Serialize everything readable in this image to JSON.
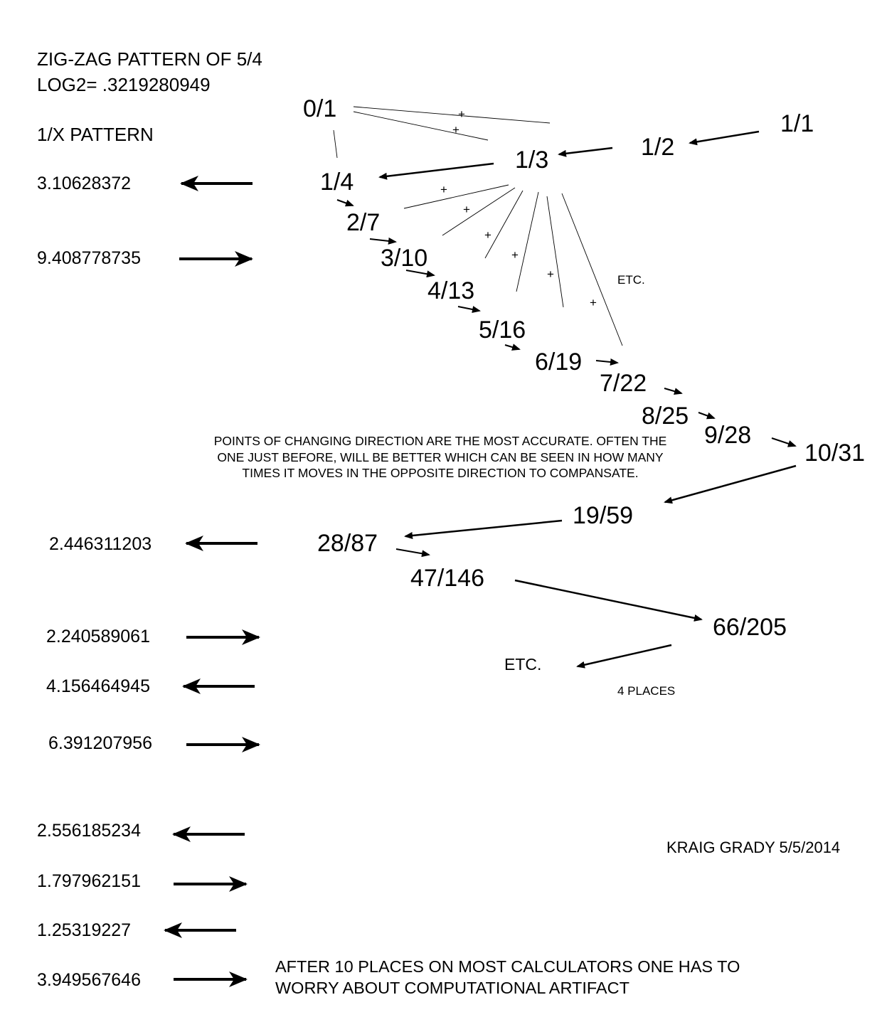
{
  "header": {
    "title": "ZIG-ZAG PATTERN OF 5/4",
    "log": "LOG2= .3219280949",
    "pattern": "1/X PATTERN"
  },
  "values": [
    {
      "text": "3.10628372",
      "direction": "left"
    },
    {
      "text": "9.408778735",
      "direction": "right"
    },
    {
      "text": "2.446311203",
      "direction": "left"
    },
    {
      "text": "2.240589061",
      "direction": "right"
    },
    {
      "text": "4.156464945",
      "direction": "left"
    },
    {
      "text": "6.391207956",
      "direction": "right"
    },
    {
      "text": "2.556185234",
      "direction": "left"
    },
    {
      "text": "1.797962151",
      "direction": "right"
    },
    {
      "text": "1.25319227",
      "direction": "left"
    },
    {
      "text": "3.949567646",
      "direction": "right"
    }
  ],
  "fractions": [
    "0/1",
    "1/1",
    "1/2",
    "1/3",
    "1/4",
    "2/7",
    "3/10",
    "4/13",
    "5/16",
    "6/19",
    "7/22",
    "8/25",
    "9/28",
    "10/31",
    "19/59",
    "28/87",
    "47/146",
    "66/205"
  ],
  "plus_sign": "+",
  "etc_small": "ETC.",
  "etc_large": "ETC.",
  "note": "POINTS OF CHANGING DIRECTION ARE THE MOST ACCURATE. OFTEN THE ONE JUST BEFORE, WILL BE BETTER WHICH CAN BE SEEN IN HOW MANY TIMES IT MOVES IN THE OPPOSITE DIRECTION TO COMPANSATE.",
  "places": "4 PLACES",
  "author": "KRAIG GRADY 5/5/2014",
  "footer": "AFTER 10 PLACES ON MOST CALCULATORS ONE HAS TO WORRY ABOUT  COMPUTATIONAL ARTIFACT"
}
